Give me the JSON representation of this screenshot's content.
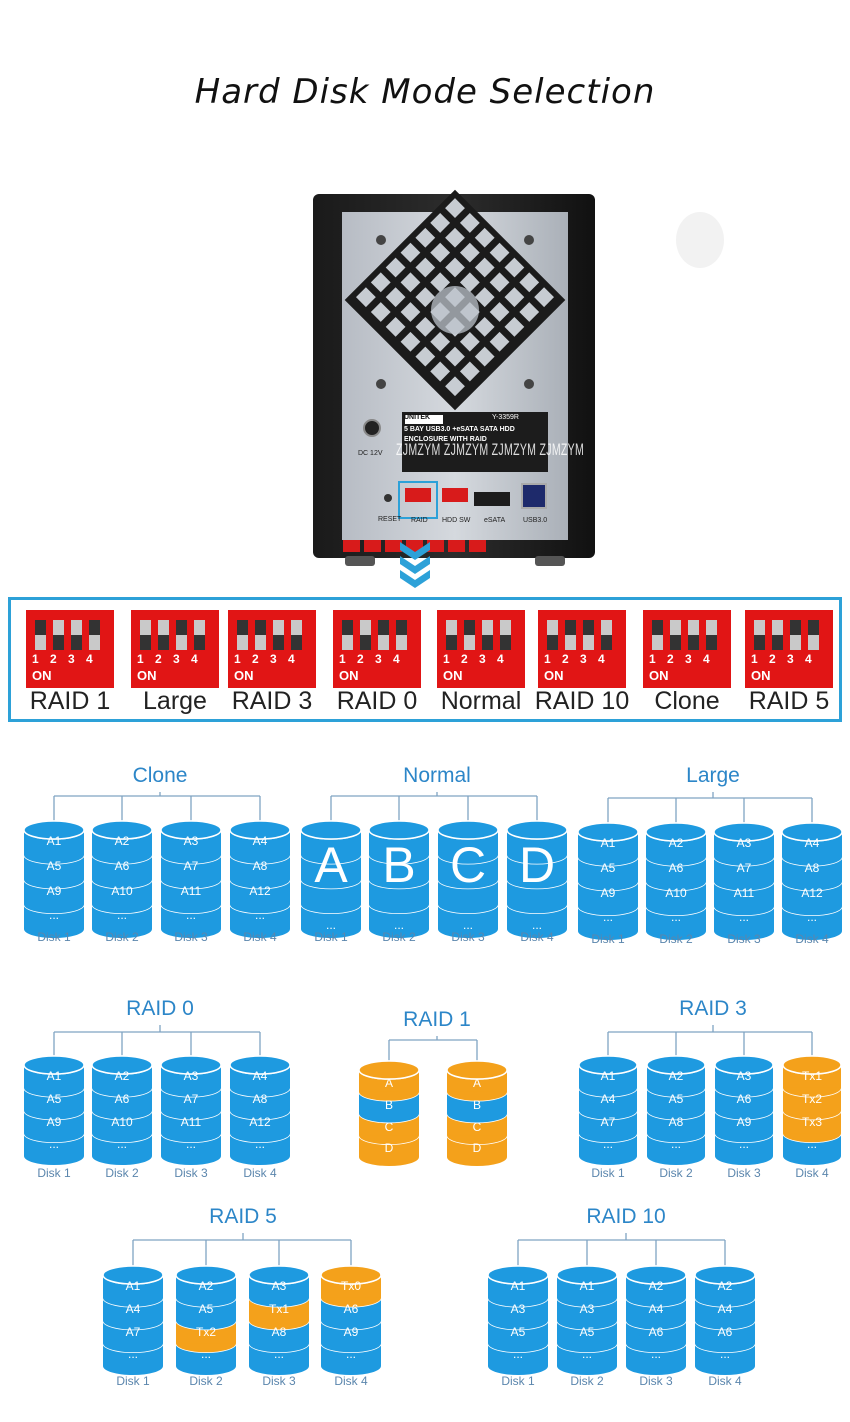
{
  "title": "Hard Disk Mode Selection",
  "device": {
    "watermark": "ZJMZYM ZJMZYM ZJMZYM ZJMZYM",
    "label_brand": "UNITEK",
    "label_model": "Y-3359R",
    "label_line1": "5 BAY USB3.0 +eSATA SATA HDD",
    "label_line2": "ENCLOSURE WITH RAID",
    "dc_label": "DC 12V",
    "reset_label": "RESET",
    "raid_label": "RAID",
    "hddsw_label": "HDD SW",
    "esata_label": "eSATA",
    "usb_label": "USB3.0"
  },
  "switches": {
    "digits": "1 2 3 4",
    "on_label": "ON",
    "names": [
      "RAID 1",
      "Large",
      "RAID 3",
      "RAID 0",
      "Normal",
      "RAID 10",
      "Clone",
      "RAID 5"
    ],
    "positions": [
      [
        "up",
        "down",
        "down",
        "up"
      ],
      [
        "down",
        "down",
        "up",
        "down"
      ],
      [
        "up",
        "up",
        "down",
        "down"
      ],
      [
        "up",
        "down",
        "up",
        "up"
      ],
      [
        "down",
        "up",
        "down",
        "down"
      ],
      [
        "down",
        "up",
        "up",
        "down"
      ],
      [
        "up",
        "down",
        "down",
        "down"
      ],
      [
        "down",
        "down",
        "up",
        "up"
      ]
    ]
  },
  "colors": {
    "accent": "#2da1d8",
    "disk_blue": "#1e9ae0",
    "disk_orange": "#f4a11b",
    "switch_red": "#e11515",
    "title_blue": "#2c86c8"
  },
  "diagrams": {
    "clone": {
      "title": "Clone",
      "disks": [
        {
          "label": "Disk 1",
          "rows": [
            "A1",
            "A5",
            "A9",
            "..."
          ]
        },
        {
          "label": "Disk 2",
          "rows": [
            "A2",
            "A6",
            "A10",
            "..."
          ]
        },
        {
          "label": "Disk 3",
          "rows": [
            "A3",
            "A7",
            "A11",
            "..."
          ]
        },
        {
          "label": "Disk 4",
          "rows": [
            "A4",
            "A8",
            "A12",
            "..."
          ]
        }
      ]
    },
    "normal": {
      "title": "Normal",
      "disks": [
        {
          "label": "Disk 1",
          "letter": "A",
          "dots": "..."
        },
        {
          "label": "Disk 2",
          "letter": "B",
          "dots": "..."
        },
        {
          "label": "Disk 3",
          "letter": "C",
          "dots": "..."
        },
        {
          "label": "Disk 4",
          "letter": "D",
          "dots": "..."
        }
      ]
    },
    "large": {
      "title": "Large",
      "disks": [
        {
          "label": "Disk 1",
          "rows": [
            "A1",
            "A5",
            "A9",
            "..."
          ]
        },
        {
          "label": "Disk 2",
          "rows": [
            "A2",
            "A6",
            "A10",
            "..."
          ]
        },
        {
          "label": "Disk 3",
          "rows": [
            "A3",
            "A7",
            "A11",
            "..."
          ]
        },
        {
          "label": "Disk 4",
          "rows": [
            "A4",
            "A8",
            "A12",
            "..."
          ]
        }
      ]
    },
    "raid0": {
      "title": "RAID 0",
      "disks": [
        {
          "label": "Disk 1",
          "rows": [
            "A1",
            "A5",
            "A9",
            "..."
          ]
        },
        {
          "label": "Disk 2",
          "rows": [
            "A2",
            "A6",
            "A10",
            "..."
          ]
        },
        {
          "label": "Disk 3",
          "rows": [
            "A3",
            "A7",
            "A11",
            "..."
          ]
        },
        {
          "label": "Disk 4",
          "rows": [
            "A4",
            "A8",
            "A12",
            "..."
          ]
        }
      ]
    },
    "raid1": {
      "title": "RAID 1",
      "disks": [
        {
          "label": "",
          "rows": [
            "A",
            "B",
            "C",
            "D"
          ]
        },
        {
          "label": "",
          "rows": [
            "A",
            "B",
            "C",
            "D"
          ]
        }
      ]
    },
    "raid3": {
      "title": "RAID 3",
      "disks": [
        {
          "label": "Disk 1",
          "rows": [
            "A1",
            "A4",
            "A7",
            "..."
          ]
        },
        {
          "label": "Disk 2",
          "rows": [
            "A2",
            "A5",
            "A8",
            "..."
          ]
        },
        {
          "label": "Disk 3",
          "rows": [
            "A3",
            "A6",
            "A9",
            "..."
          ]
        },
        {
          "label": "Disk 4",
          "rows": [
            "Tx1",
            "Tx2",
            "Tx3",
            "..."
          ]
        }
      ]
    },
    "raid5": {
      "title": "RAID 5",
      "disks": [
        {
          "label": "Disk 1",
          "rows": [
            "A1",
            "A4",
            "A7",
            "..."
          ]
        },
        {
          "label": "Disk 2",
          "rows": [
            "A2",
            "A5",
            "Tx2",
            "..."
          ]
        },
        {
          "label": "Disk 3",
          "rows": [
            "A3",
            "Tx1",
            "A8",
            "..."
          ]
        },
        {
          "label": "Disk 4",
          "rows": [
            "Tx0",
            "A6",
            "A9",
            "..."
          ]
        }
      ]
    },
    "raid10": {
      "title": "RAID 10",
      "disks": [
        {
          "label": "Disk 1",
          "rows": [
            "A1",
            "A3",
            "A5",
            "..."
          ]
        },
        {
          "label": "Disk 2",
          "rows": [
            "A1",
            "A3",
            "A5",
            "..."
          ]
        },
        {
          "label": "Disk 3",
          "rows": [
            "A2",
            "A4",
            "A6",
            "..."
          ]
        },
        {
          "label": "Disk 4",
          "rows": [
            "A2",
            "A4",
            "A6",
            "..."
          ]
        }
      ]
    }
  }
}
